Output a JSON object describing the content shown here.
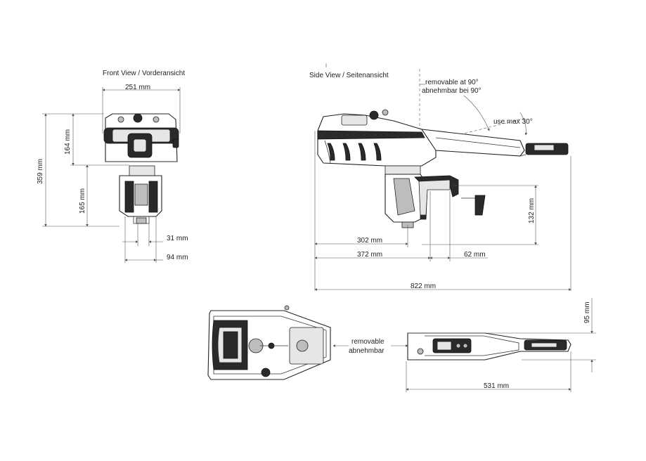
{
  "views": {
    "front_title": "Front View / Vorderansicht",
    "side_title": "Side View / Seitenansicht"
  },
  "dimensions": {
    "front_width": "251 mm",
    "front_height_total": "359 mm",
    "front_height_upper": "164 mm",
    "front_height_lower": "165 mm",
    "front_31": "31 mm",
    "front_94": "94 mm",
    "side_302": "302 mm",
    "side_372": "372 mm",
    "side_62": "62 mm",
    "side_132": "132 mm",
    "side_822": "822 mm",
    "top_95": "95 mm",
    "top_531": "531 mm"
  },
  "annotations": {
    "removable_90_en": "removable at 90°",
    "removable_90_de": "abnehmbar bei 90°",
    "use_max": "use max 30°",
    "removable_en": "removable",
    "removable_de": "abnehmbar"
  }
}
